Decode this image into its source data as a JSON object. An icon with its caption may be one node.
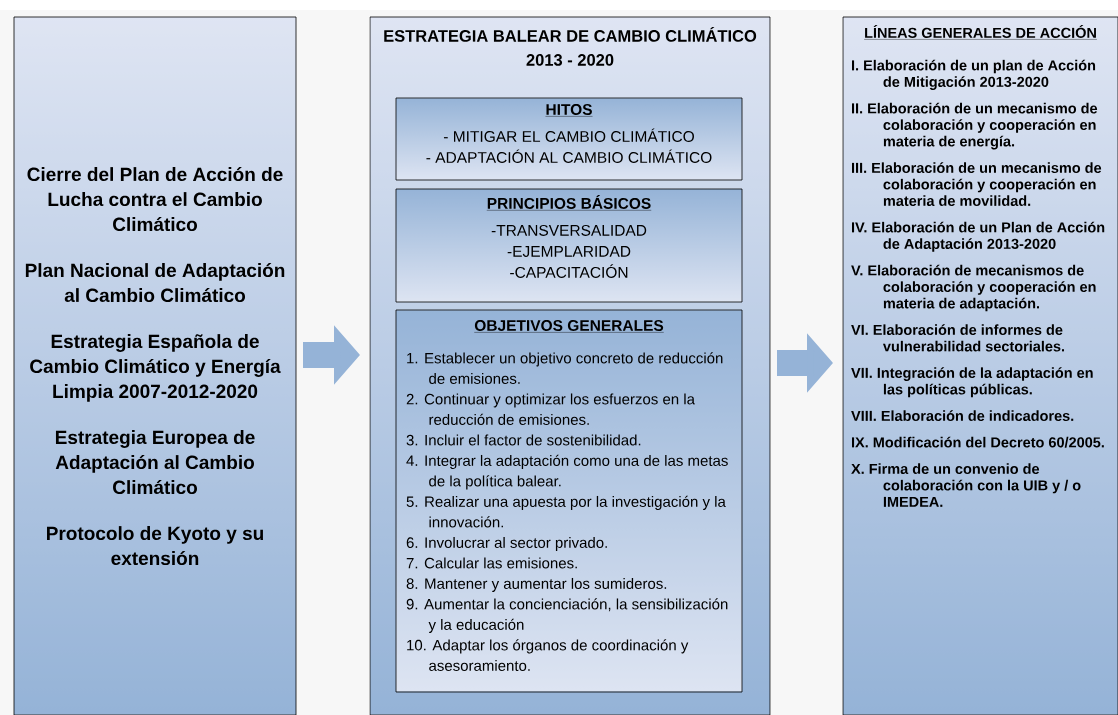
{
  "diagram": {
    "nodes": [
      {
        "text": [
          "Cierre del Plan de Acción de Lucha contra el Cambio Climático",
          "Plan Nacional de Adaptación al Cambio Climático",
          "Estrategia Española de Cambio Climático y Energía Limpia 2007-2012-2020",
          "Estrategia Europea de Adaptación al Cambio Climático",
          "Protocolo de Kyoto y su extensión"
        ]
      },
      {
        "text": [
          "ESTRATEGIA BALEAR DE CAMBIO CLIMÁTICO 2013 - 2020"
        ]
      },
      {
        "text": [
          "HITOS",
          "- MITIGAR EL CAMBIO CLIMÁTICO",
          "- ADAPTACIÓN AL CAMBIO CLIMÁTICO"
        ],
        "in": 1
      },
      {
        "text": [
          "PRINCIPIOS BÁSICOS",
          "-TRANSVERSALIDAD",
          "-EJEMPLARIDAD",
          "-CAPACITACIÓN"
        ],
        "in": 1
      },
      {
        "text": [
          "OBJETIVOS GENERALES",
          "1. Establecer un objetivo concreto de reducción de emisiones.",
          "2. Continuar y optimizar los esfuerzos en la reducción de emisiones.",
          "3. Incluir el factor de sostenibilidad.",
          "4. Integrar la adaptación como una de las metas de la política balear.",
          "5. Realizar una apuesta por la investigación y la innovación.",
          "6. Involucrar al sector privado.",
          "7. Calcular las emisiones.",
          "8. Mantener y aumentar los sumideros.",
          "9. Aumentar la concienciación, la sensibilización y la educación",
          "10. Adaptar los órganos de coordinación y asesoramiento."
        ],
        "in": 1
      },
      {
        "text": [
          "LÍNEAS GENERALES DE ACCIÓN",
          "I. Elaboración de un plan de Acción de Mitigación 2013-2020",
          "II. Elaboración de un mecanismo de colaboración y cooperación en materia de energía.",
          "III. Elaboración de un mecanismo de colaboración y cooperación en materia de movilidad.",
          "IV. Elaboración de un Plan de Acción de Adaptación 2013-2020",
          "V. Elaboración de mecanismos de colaboración y cooperación en materia de adaptación.",
          "VI. Elaboración de informes de vulnerabilidad sectoriales.",
          "VII. Integración de la adaptación en las políticas públicas.",
          "VIII. Elaboración de indicadores.",
          "IX. Modificación del Decreto 60/2005.",
          "X. Firma de un convenio de colaboración con la UIB y / o IMEDEA."
        ]
      }
    ],
    "edges": [
      {
        "from": 0,
        "to": 1,
        "arrow": "to"
      },
      {
        "from": 1,
        "to": 5,
        "arrow": "to"
      }
    ]
  }
}
